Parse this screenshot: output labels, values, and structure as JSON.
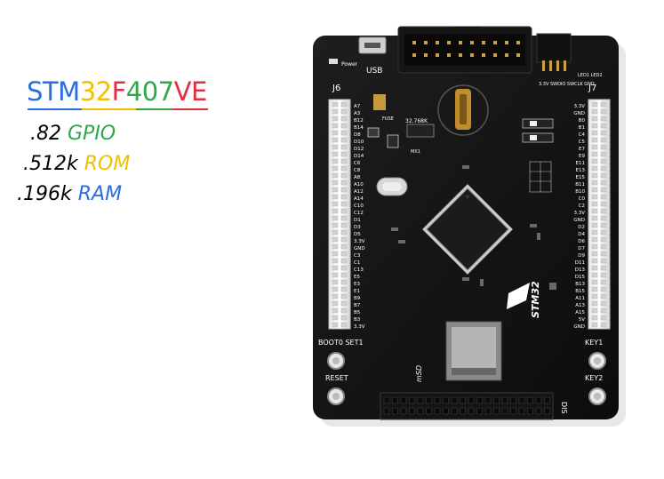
{
  "title": {
    "parts": [
      {
        "text": "STM",
        "color": "#2a6ee0"
      },
      {
        "text": "32",
        "color": "#f0c000"
      },
      {
        "text": "F",
        "color": "#e03040"
      },
      {
        "text": "407",
        "color": "#2fa84a"
      },
      {
        "text": "VE",
        "color": "#e03040"
      }
    ]
  },
  "specs": [
    {
      "number": ".82",
      "label": "GPIO",
      "color": "#2fa84a"
    },
    {
      "number": ".512k",
      "label": "ROM",
      "color": "#f0c000"
    },
    {
      "number": ".196k",
      "label": "RAM",
      "color": "#2a6ee0"
    }
  ],
  "board": {
    "labels": {
      "usb": "USB",
      "power": "Power",
      "j6": "J6",
      "j7": "J7",
      "fuse": "FUSE",
      "crystal": "32.768K",
      "mx1": "MX1",
      "st_logo": "STM32",
      "msd": "mSD",
      "boot_set": "BOOT0 SET1",
      "reset": "RESET",
      "key1": "KEY1",
      "key2": "KEY2",
      "dis": "DIS",
      "swd": "3.3V SWDIO SWCLK GND",
      "leds": "LED1 LED2"
    },
    "left_pins": [
      "A7",
      "A3",
      "B12",
      "B14",
      "D8",
      "D10",
      "D12",
      "D14",
      "C6",
      "C8",
      "A8",
      "A10",
      "A12",
      "A14",
      "C10",
      "C12",
      "D1",
      "D3",
      "D5",
      "3.3V",
      "GND",
      "C3",
      "C1",
      "C13",
      "E5",
      "E3",
      "E1",
      "B9",
      "B7",
      "B5",
      "B3",
      "3.3V"
    ],
    "right_pins": [
      "3.3V",
      "GND",
      "B0",
      "B1",
      "C4",
      "C5",
      "E7",
      "E9",
      "E11",
      "E13",
      "E15",
      "B11",
      "B10",
      "C0",
      "C2",
      "3.3V",
      "GND",
      "D2",
      "D4",
      "D6",
      "D7",
      "D9",
      "D11",
      "D13",
      "D15",
      "B13",
      "B15",
      "A11",
      "A13",
      "A15",
      "5V",
      "GND"
    ]
  }
}
